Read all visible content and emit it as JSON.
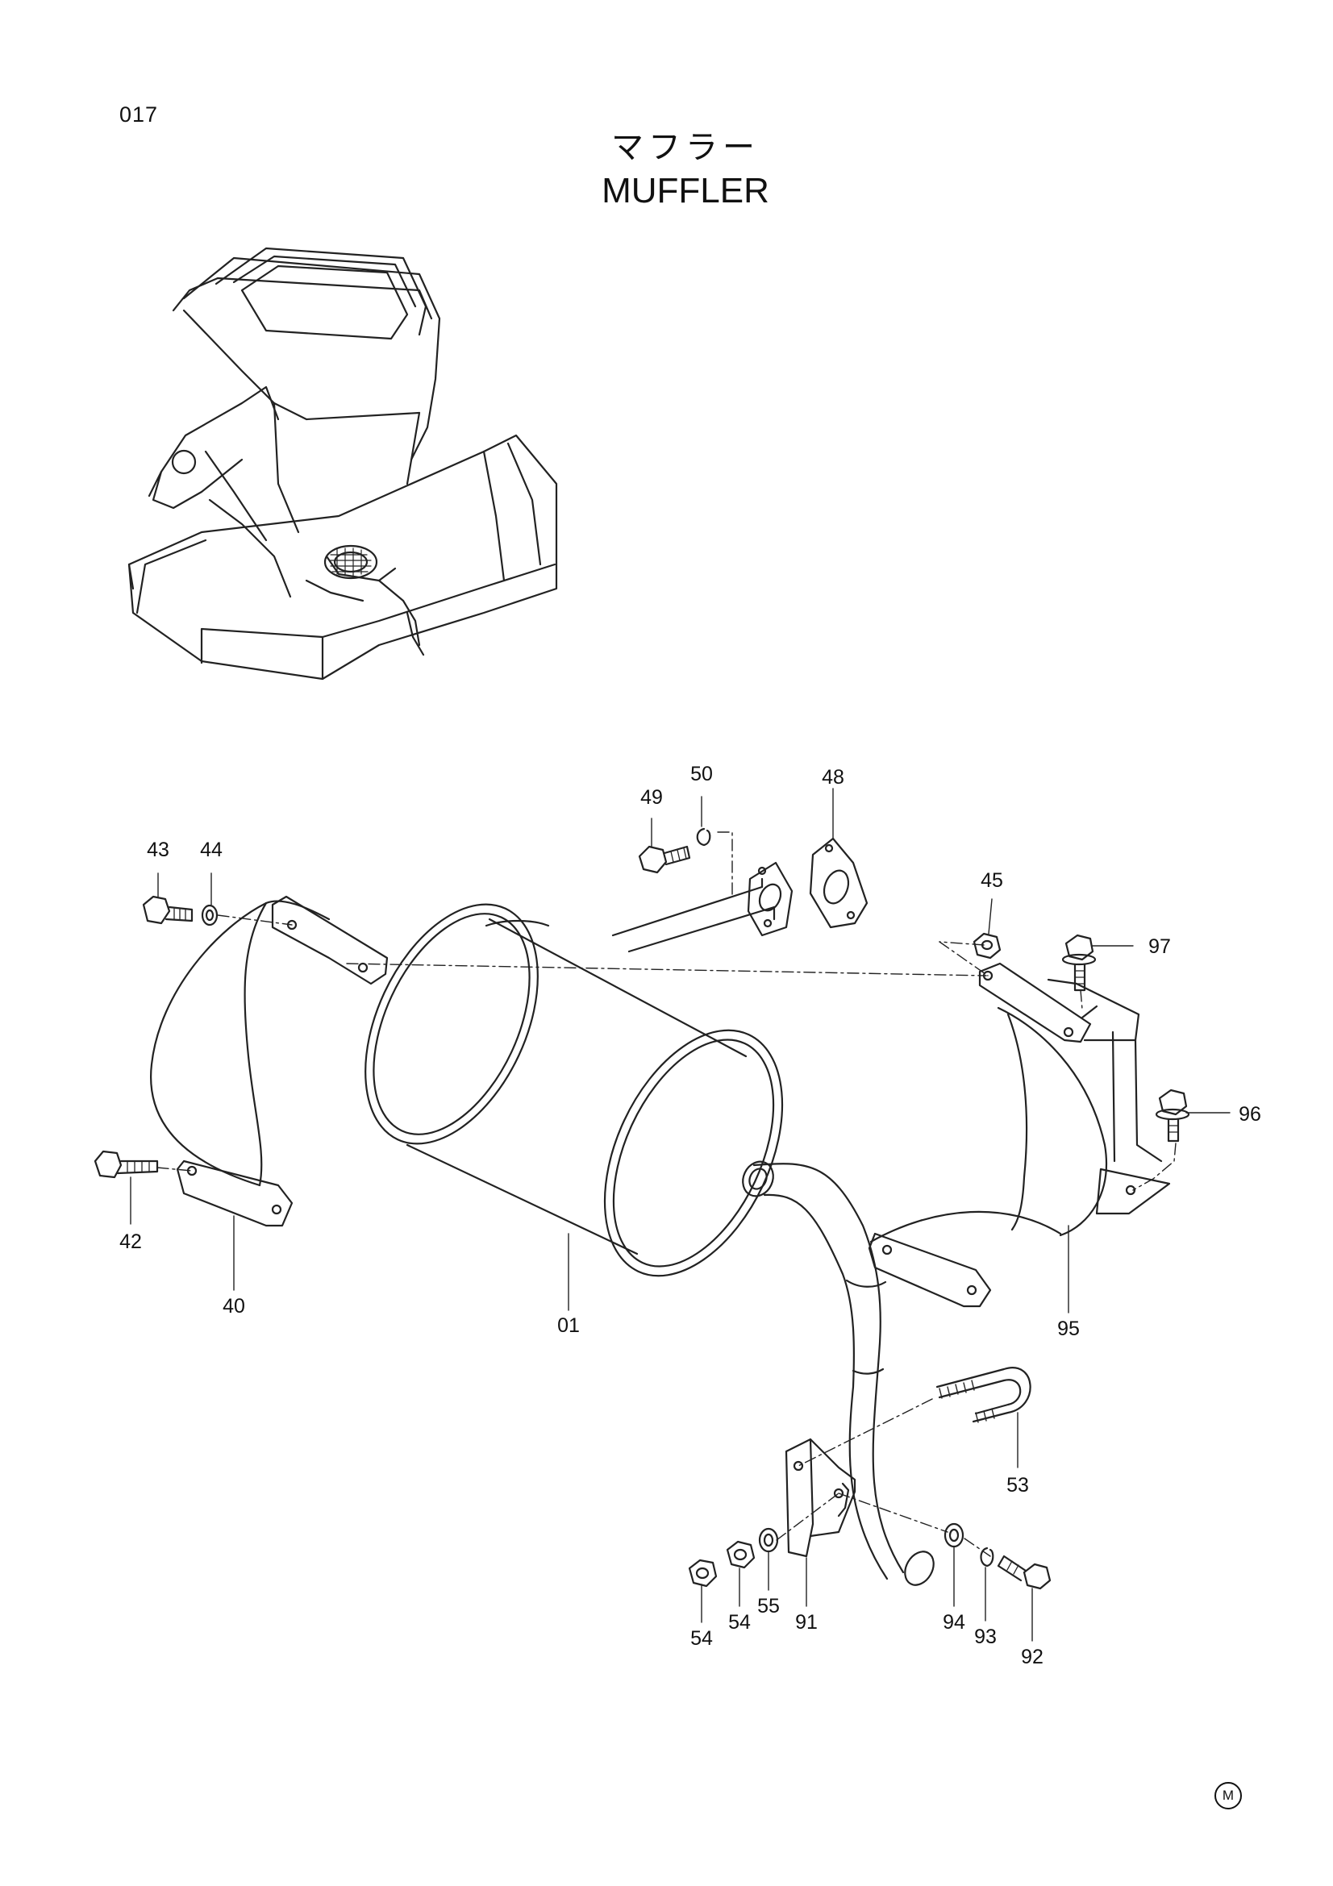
{
  "page_number": "017",
  "title_jp": "マフラー",
  "title_en": "MUFFLER",
  "corner_mark": "M",
  "callouts": {
    "c01": "01",
    "c40": "40",
    "c42": "42",
    "c43": "43",
    "c44": "44",
    "c45": "45",
    "c48": "48",
    "c49": "49",
    "c50": "50",
    "c53": "53",
    "c54a": "54",
    "c54b": "54",
    "c55": "55",
    "c91": "91",
    "c92": "92",
    "c93": "93",
    "c94": "94",
    "c95": "95",
    "c96": "96",
    "c97": "97"
  }
}
